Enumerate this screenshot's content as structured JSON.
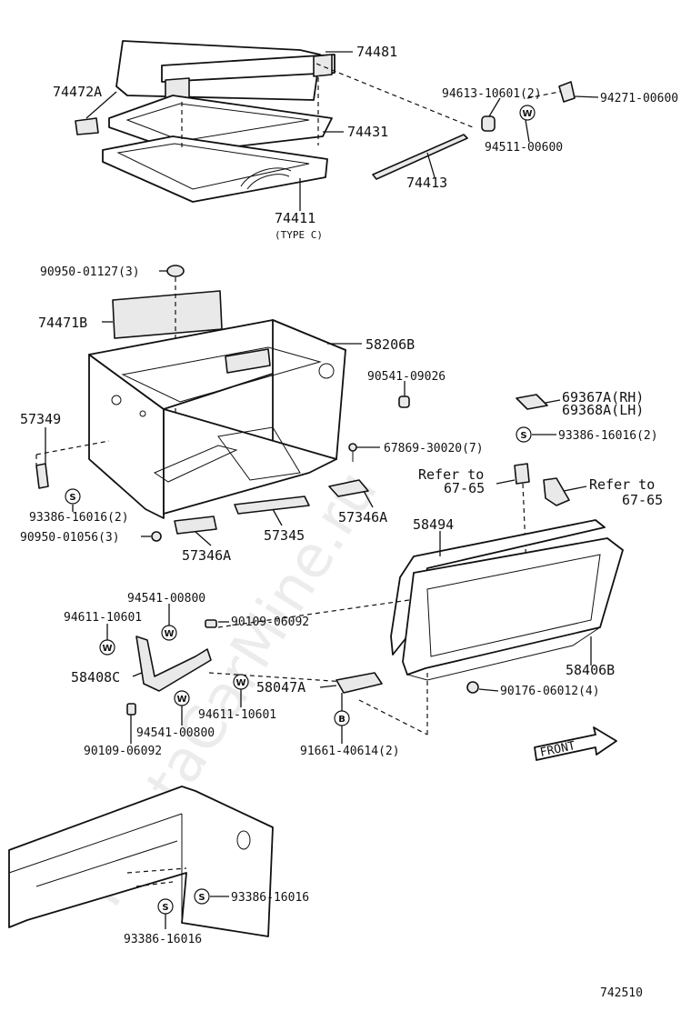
{
  "watermark": "ToyotaCarMine.ru",
  "diagram_code": "742510",
  "front_label": "FRONT",
  "type_label": "(TYPE C)",
  "washer_symbols": {
    "S": "S",
    "W": "W",
    "B": "B"
  },
  "refer": [
    {
      "line1": "Refer to",
      "line2": "67-65"
    },
    {
      "line1": "Refer to",
      "line2": "67-65"
    }
  ],
  "labels": {
    "p74481": "74481",
    "p74472A": "74472A",
    "p74431": "74431",
    "p74411": "74411",
    "p94613": "94613-10601(2)",
    "p94271": "94271-00600",
    "p94511": "94511-00600",
    "p74413": "74413",
    "p90950a": "90950-01127(3)",
    "p74471B": "74471B",
    "p58206B": "58206B",
    "p90541": "90541-09026",
    "p57349": "57349",
    "p67869": "67869-30020(7)",
    "p69367A": "69367A(RH)",
    "p69368A": "69368A(LH)",
    "p93386a": "93386-16016(2)",
    "p93386b": "93386-16016(2)",
    "p90950b": "90950-01056(3)",
    "p57346A_r": "57346A",
    "p57346A_l": "57346A",
    "p57345": "57345",
    "p58494": "58494",
    "p94541a": "94541-00800",
    "p94611a": "94611-10601",
    "p90109a": "90109-06092",
    "p58408C": "58408C",
    "p58047A": "58047A",
    "p58406B": "58406B",
    "p90176": "90176-06012(4)",
    "p94611b": "94611-10601",
    "p94541b": "94541-00800",
    "p90109b": "90109-06092",
    "p91661": "91661-40614(2)",
    "p93386c": "93386-16016",
    "p93386d": "93386-16016"
  }
}
